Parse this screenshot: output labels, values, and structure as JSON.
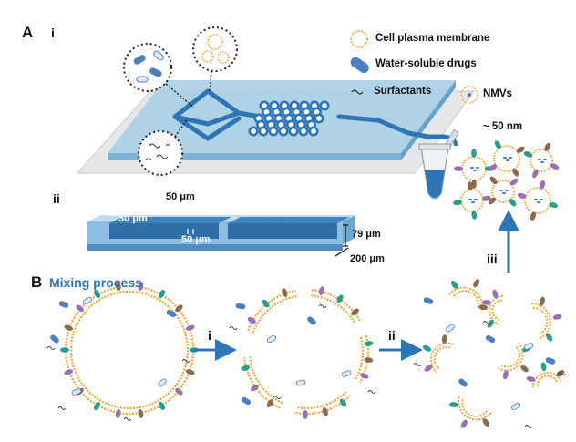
{
  "panel_a": {
    "label": "A",
    "sub_i": "i",
    "sub_ii": "ii",
    "legend": {
      "membrane": "Cell plasma membrane",
      "drugs": "Water-soluble drugs",
      "surfactants": "Surfactants",
      "nmvs": "NMVs"
    },
    "nmv_size": "~ 50 nm",
    "dims": {
      "gap_top": "50 μm",
      "width_left": "30 μm",
      "gap_bottom": "50 μm",
      "height": "79 μm",
      "depth": "200 μm"
    }
  },
  "panel_b": {
    "label": "B",
    "title": "Mixing process",
    "steps": {
      "i": "i",
      "ii": "ii",
      "iii": "iii"
    }
  },
  "colors": {
    "chip": "#a9cfe6",
    "channel": "#2e75b6",
    "membrane": "#f0a43a",
    "arrow": "#2e75b6",
    "teal_protein": "#2a9d8f",
    "brown_protein": "#8a6b52",
    "purple_protein": "#9b6fb3"
  }
}
